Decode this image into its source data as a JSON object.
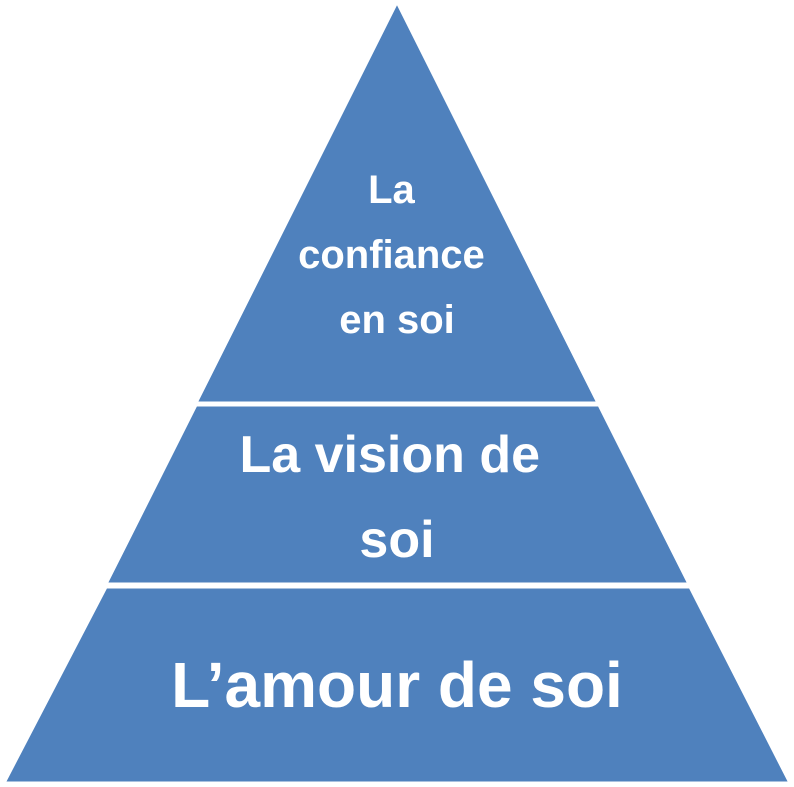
{
  "colors": {
    "tier_fill": "#4F81BD",
    "tier_border": "#FFFFFF",
    "label_color": "#FFFFFF",
    "background": "#FFFFFF"
  },
  "pyramid": {
    "tiers": [
      {
        "position": "top",
        "label_lines": [
          "La",
          "confiance",
          "en soi"
        ]
      },
      {
        "position": "middle",
        "label_lines": [
          "La vision de",
          "soi"
        ]
      },
      {
        "position": "bottom",
        "label_lines": [
          "L’amour de soi"
        ]
      }
    ]
  }
}
